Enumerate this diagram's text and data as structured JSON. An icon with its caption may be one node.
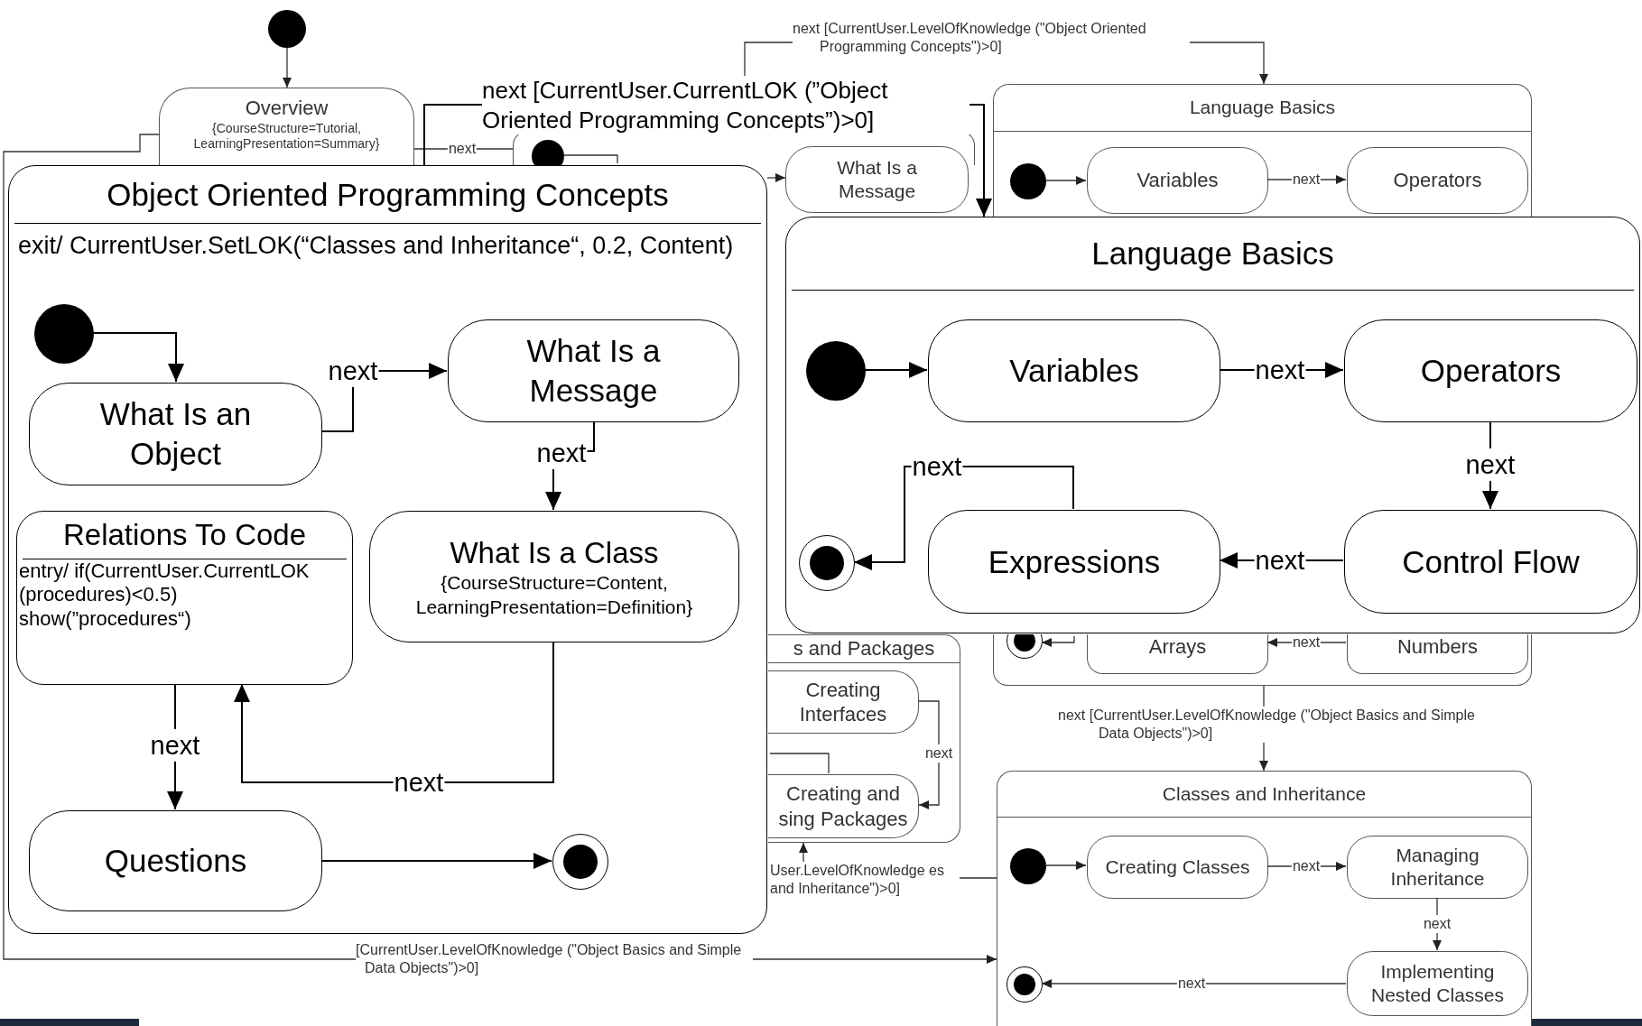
{
  "diagram": {
    "nodes": [
      {
        "text": [],
        "shape": "circle"
      },
      {
        "text": [
          "Overview",
          "{CourseStructure=Tutorial, LearningPresentation=Summary}"
        ]
      },
      {
        "text": [],
        "shape": "box"
      },
      {
        "text": [],
        "shape": "circle",
        "in": 2
      },
      {
        "text": [
          "What Is a Message"
        ]
      },
      {
        "text": [
          "Language Basics"
        ]
      },
      {
        "text": [],
        "shape": "circle",
        "in": 5
      },
      {
        "text": [
          "Variables"
        ],
        "in": 5
      },
      {
        "text": [
          "Operators"
        ],
        "in": 5
      },
      {
        "text": [],
        "shape": "box"
      },
      {
        "text": [],
        "shape": "bullseye",
        "in": 9
      },
      {
        "text": [
          "Arrays"
        ],
        "in": 9
      },
      {
        "text": [
          "Numbers"
        ],
        "in": 9
      },
      {
        "text": [
          "s and Packages"
        ]
      },
      {
        "text": [
          "Creating Interfaces"
        ],
        "in": 13
      },
      {
        "text": [
          "Creating and sing Packages"
        ],
        "in": 13
      },
      {
        "text": [
          "Classes and Inheritance"
        ]
      },
      {
        "text": [],
        "shape": "circle",
        "in": 16
      },
      {
        "text": [
          "Creating Classes"
        ],
        "in": 16
      },
      {
        "text": [
          "Managing Inheritance"
        ],
        "in": 16
      },
      {
        "text": [],
        "shape": "bullseye",
        "in": 16
      },
      {
        "text": [
          "Implementing Nested Classes"
        ],
        "in": 16
      },
      {
        "text": [
          "Object Oriented Programming Concepts",
          "exit/ CurrentUser.SetLOK(“Classes and Inheritance“, 0.2, Content)"
        ]
      },
      {
        "text": [],
        "shape": "circle",
        "in": 22
      },
      {
        "text": [
          "What Is an Object"
        ],
        "in": 22
      },
      {
        "text": [
          "What Is a Message"
        ],
        "in": 22
      },
      {
        "text": [
          "Relations To Code",
          "entry/ if(CurrentUser.CurrentLOK (procedures)<0.5) show(”procedures“)"
        ],
        "in": 22
      },
      {
        "text": [
          "What Is a Class",
          "{CourseStructure=Content, LearningPresentation=Definition}"
        ],
        "in": 22
      },
      {
        "text": [
          "Questions"
        ],
        "in": 22
      },
      {
        "text": [],
        "shape": "bullseye",
        "in": 22
      },
      {
        "text": [
          "Language Basics"
        ]
      },
      {
        "text": [],
        "shape": "circle",
        "in": 30
      },
      {
        "text": [
          "Variables"
        ],
        "in": 30
      },
      {
        "text": [
          "Operators"
        ],
        "in": 30
      },
      {
        "text": [],
        "shape": "bullseye",
        "in": 30
      },
      {
        "text": [
          "Expressions"
        ],
        "in": 30
      },
      {
        "text": [
          "Control Flow"
        ],
        "in": 30
      }
    ],
    "edges": [
      {
        "from": 0,
        "to": 1,
        "arrow": "to"
      },
      {
        "from": 1,
        "to": 2,
        "arrow": "none",
        "label": "next"
      },
      {
        "from": 2,
        "to": 5,
        "arrow": "to",
        "label": "next [CurrentUser.LevelOfKnowledge (\"Object Oriented Programming Concepts\")>0]"
      },
      {
        "from": 3,
        "to": null,
        "arrow": "none"
      },
      {
        "from": 22,
        "to": 4,
        "arrow": "to"
      },
      {
        "from": 6,
        "to": 7,
        "arrow": "to"
      },
      {
        "from": 7,
        "to": 8,
        "arrow": "to",
        "label": "next"
      },
      {
        "from": null,
        "to": 10,
        "arrow": "to"
      },
      {
        "from": 12,
        "to": 11,
        "arrow": "to",
        "label": "next"
      },
      {
        "from": 9,
        "to": 16,
        "arrow": "to",
        "label": "next [CurrentUser.LevelOfKnowledge (\"Object Basics and Simple Data Objects\")>0]"
      },
      {
        "from": 14,
        "to": 15,
        "arrow": "to",
        "label": "next"
      },
      {
        "from": null,
        "to": 15,
        "arrow": "none"
      },
      {
        "from": 16,
        "to": 13,
        "arrow": "to",
        "label": "User.LevelOfKnowledge es and Inheritance\")>0]"
      },
      {
        "from": 17,
        "to": 18,
        "arrow": "to"
      },
      {
        "from": 18,
        "to": 19,
        "arrow": "to",
        "label": "next"
      },
      {
        "from": 19,
        "to": 21,
        "arrow": "to",
        "label": "next"
      },
      {
        "from": 21,
        "to": 20,
        "arrow": "to",
        "label": "next"
      },
      {
        "from": 1,
        "to": 16,
        "arrow": "to",
        "label": "[CurrentUser.LevelOfKnowledge (\"Object Basics and Simple Data Objects\")>0]"
      },
      {
        "from": 22,
        "to": 30,
        "arrow": "to",
        "label": "next [CurrentUser.CurrentLOK (”Object Oriented Programming Concepts”)>0]"
      },
      {
        "from": 23,
        "to": 24,
        "arrow": "to"
      },
      {
        "from": 24,
        "to": 25,
        "arrow": "to",
        "label": "next"
      },
      {
        "from": 25,
        "to": 27,
        "arrow": "to",
        "label": "next"
      },
      {
        "from": 27,
        "to": 26,
        "arrow": "to",
        "label": "next"
      },
      {
        "from": 26,
        "to": 28,
        "arrow": "to",
        "label": "next"
      },
      {
        "from": 28,
        "to": 29,
        "arrow": "to"
      },
      {
        "from": 31,
        "to": 32,
        "arrow": "to"
      },
      {
        "from": 32,
        "to": 33,
        "arrow": "to",
        "label": "next"
      },
      {
        "from": 33,
        "to": 36,
        "arrow": "to",
        "label": "next"
      },
      {
        "from": 36,
        "to": 35,
        "arrow": "to",
        "label": "next"
      },
      {
        "from": 35,
        "to": 34,
        "arrow": "to",
        "label": "next"
      }
    ]
  }
}
